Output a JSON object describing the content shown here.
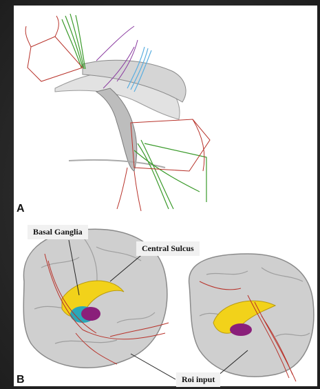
{
  "panels": {
    "a_label": "A",
    "b_label": "B"
  },
  "callouts": {
    "basal_ganglia": "Basal Ganglia",
    "central_sulcus": "Central Sulcus",
    "roi_input": "Roi input"
  },
  "colors": {
    "tract_red": "#b8322a",
    "tract_green": "#3a9a2a",
    "tract_blue": "#5aaee0",
    "tract_purple": "#8a3aa0",
    "caudate_yellow": "#f2d21a",
    "putamen_purple": "#8a1f7a",
    "globus_cyan": "#2aa7b8",
    "brain_gray": "#cfcfcf"
  }
}
